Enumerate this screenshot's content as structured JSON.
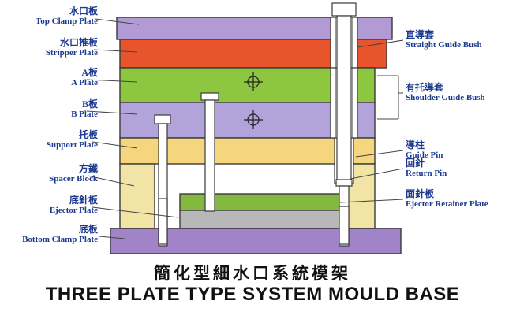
{
  "left_labels": [
    {
      "zh": "水口板",
      "en": "Top Clamp Plate"
    },
    {
      "zh": "水口推板",
      "en": "Stripper Plate"
    },
    {
      "zh": "A板",
      "en": "A Plate"
    },
    {
      "zh": "B板",
      "en": "B Plate"
    },
    {
      "zh": "托板",
      "en": "Support Plate"
    },
    {
      "zh": "方鐵",
      "en": "Spacer Block"
    },
    {
      "zh": "底針板",
      "en": "Ejector Plate"
    },
    {
      "zh": "底板",
      "en": "Bottom Clamp Plate"
    }
  ],
  "right_labels": [
    {
      "zh": "直導套",
      "en": "Straight Guide Bush"
    },
    {
      "zh": "有托導套",
      "en": "Shoulder Guide Bush"
    },
    {
      "zh": "導柱",
      "en": "Guide Pin"
    },
    {
      "zh": "回針",
      "en": "Return Pin"
    },
    {
      "zh": "面針板",
      "en": "Ejector Retainer Plate"
    }
  ],
  "title": {
    "zh": "簡化型細水口系統模架",
    "en": "THREE PLATE TYPE SYSTEM MOULD BASE"
  },
  "colors": {
    "top_clamp_plate": "#b29bd4",
    "stripper_plate": "#e8542c",
    "a_plate": "#8dc63f",
    "b_plate": "#b2a4da",
    "support_plate": "#f5d57e",
    "spacer_block": "#f2e4a4",
    "ejector_retainer_plate": "#84b93f",
    "ejector_plate": "#b8b8b8",
    "bottom_clamp_plate": "#a084c7",
    "cavity": "#ffffff",
    "pin_fill": "#ffffff",
    "outline": "#3a3a3a",
    "label_text": "#1d3a8f",
    "title_text": "#111111"
  }
}
